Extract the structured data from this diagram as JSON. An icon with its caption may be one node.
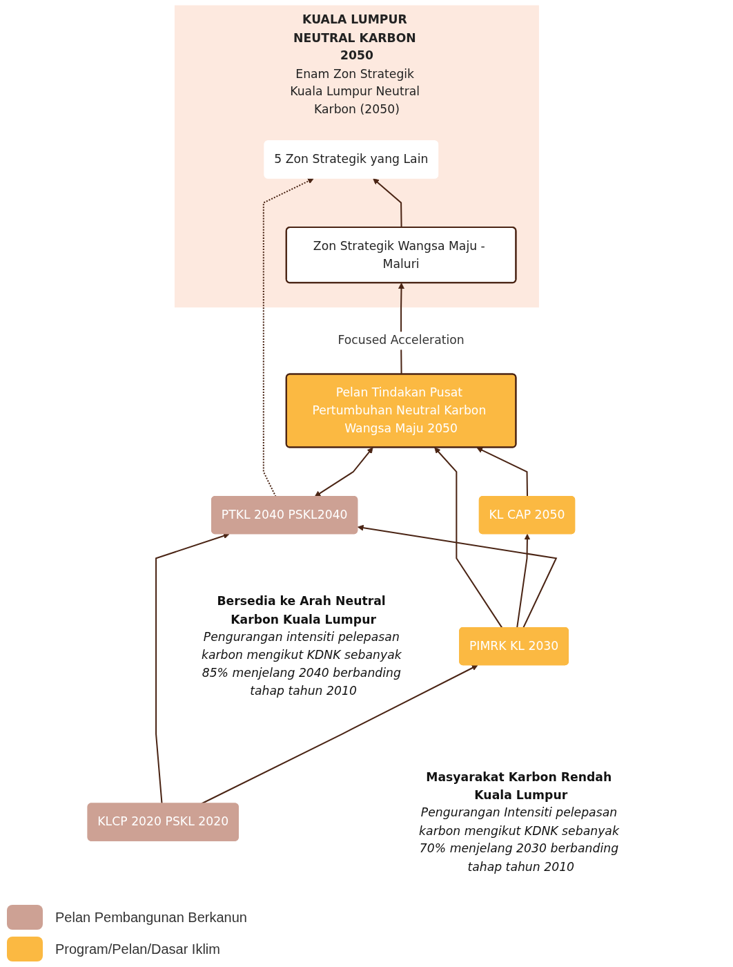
{
  "diagram": {
    "nodes": [
      {
        "text": [
          "KUALA LUMPUR NEUTRAL KARBON 2050",
          "Enam Zon Strategik Kuala Lumpur Neutral Karbon (2050)"
        ]
      },
      {
        "text": [
          "5 Zon Strategik yang Lain"
        ],
        "in": 0
      },
      {
        "text": [
          "Zon Strategik Wangsa Maju - Maluri"
        ],
        "in": 0
      },
      {
        "text": [
          "PTKL 2040 PSKL2040"
        ],
        "beside": [
          "Bersedia ke Arah Neutral Karbon Kuala Lumpur",
          "Pengurangan intensiti pelepasan karbon mengikut KDNK sebanyak 85% menjelang 2040 berbanding tahap tahun 2010"
        ]
      },
      {
        "text": [
          "Pelan Tindakan Pusat Pertumbuhan Neutral Karbon Wangsa Maju 2050"
        ]
      },
      {
        "text": [
          "KL CAP 2050"
        ]
      },
      {
        "text": [
          "PIMRK KL 2030"
        ],
        "beside": [
          "Masyarakat Karbon Rendah Kuala Lumpur",
          "Pengurangan Intensiti pelepasan karbon mengikut KDNK sebanyak 70% menjelang 2030 berbanding tahap tahun 2010"
        ]
      },
      {
        "text": [
          "KLCP 2020 PSKL 2020"
        ]
      }
    ],
    "edges": [
      {
        "from": 2,
        "to": 1,
        "arrow": "to"
      },
      {
        "from": 3,
        "to": 1,
        "arrow": "to",
        "style": "dashed"
      },
      {
        "from": 4,
        "to": 2,
        "arrow": "to",
        "label": "Focused Acceleration"
      },
      {
        "from": 3,
        "to": 4,
        "arrow": "both"
      },
      {
        "from": 5,
        "to": 4,
        "arrow": "to"
      },
      {
        "from": 6,
        "to": 4,
        "arrow": "to"
      },
      {
        "from": 6,
        "to": 5,
        "arrow": "to"
      },
      {
        "from": 6,
        "to": 3,
        "arrow": "to"
      },
      {
        "from": 7,
        "to": 3,
        "arrow": "to"
      },
      {
        "from": 7,
        "to": 6,
        "arrow": "to"
      }
    ],
    "legend": [
      {
        "text": "Pelan Pembangunan Berkanun",
        "color": "#cda194"
      },
      {
        "text": "Program/Pelan/Dasar Iklim",
        "color": "#fbb942"
      }
    ]
  }
}
